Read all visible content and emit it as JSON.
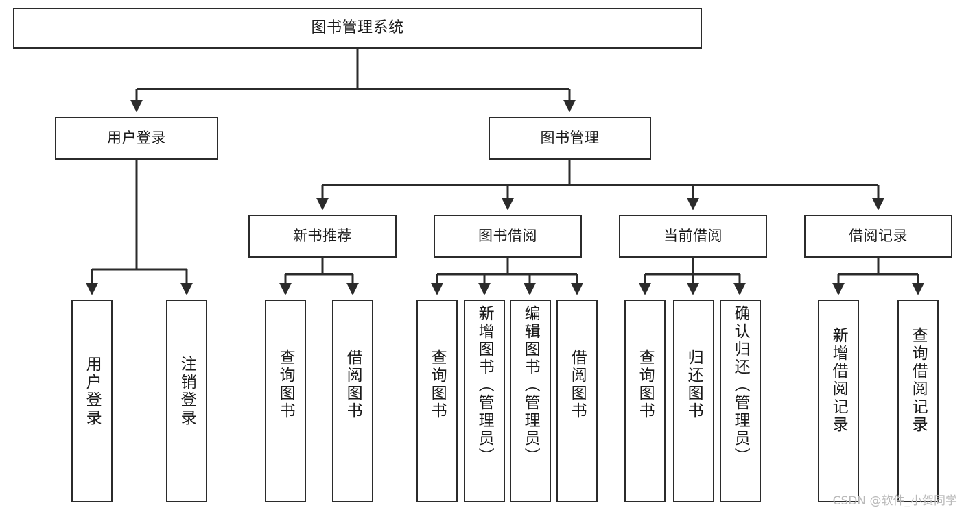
{
  "diagram": {
    "type": "tree",
    "title": "图书管理系统",
    "orientation": "top-down",
    "watermark": "CSDN @软件_小贺同学",
    "colors": {
      "box_border": "#2b2b2b",
      "box_fill": "#ffffff",
      "connector": "#2b2b2b",
      "text": "#1a1a1a",
      "watermark": "#b9b9b9"
    },
    "nodes": {
      "root": {
        "label": "图书管理系统",
        "level": 0
      },
      "user_login": {
        "label": "用户登录",
        "level": 1
      },
      "book_manage": {
        "label": "图书管理",
        "level": 1
      },
      "new_book_rec": {
        "label": "新书推荐",
        "level": 2
      },
      "book_borrow": {
        "label": "图书借阅",
        "level": 2
      },
      "current_borrow": {
        "label": "当前借阅",
        "level": 2
      },
      "borrow_record": {
        "label": "借阅记录",
        "level": 2
      },
      "leaf_user_login": {
        "label": "用户登录",
        "level": 3
      },
      "leaf_logout": {
        "label": "注销登录",
        "level": 3
      },
      "leaf_query_book_1": {
        "label": "查询图书",
        "level": 3
      },
      "leaf_borrow_book_1": {
        "label": "借阅图书",
        "level": 3
      },
      "leaf_query_book_2": {
        "label": "查询图书",
        "level": 3
      },
      "leaf_add_book": {
        "label": "新增图书（管理员）",
        "level": 3
      },
      "leaf_edit_book": {
        "label": "编辑图书（管理员）",
        "level": 3
      },
      "leaf_borrow_book_2": {
        "label": "借阅图书",
        "level": 3
      },
      "leaf_query_book_3": {
        "label": "查询图书",
        "level": 3
      },
      "leaf_return_book": {
        "label": "归还图书",
        "level": 3
      },
      "leaf_confirm_return": {
        "label": "确认归还（管理员）",
        "level": 3
      },
      "leaf_add_record": {
        "label": "新增借阅记录",
        "level": 3
      },
      "leaf_query_record": {
        "label": "查询借阅记录",
        "level": 3
      }
    },
    "edges": [
      {
        "from": "root",
        "to": "user_login"
      },
      {
        "from": "root",
        "to": "book_manage"
      },
      {
        "from": "user_login",
        "to": "leaf_user_login"
      },
      {
        "from": "user_login",
        "to": "leaf_logout"
      },
      {
        "from": "book_manage",
        "to": "new_book_rec"
      },
      {
        "from": "book_manage",
        "to": "book_borrow"
      },
      {
        "from": "book_manage",
        "to": "current_borrow"
      },
      {
        "from": "book_manage",
        "to": "borrow_record"
      },
      {
        "from": "new_book_rec",
        "to": "leaf_query_book_1"
      },
      {
        "from": "new_book_rec",
        "to": "leaf_borrow_book_1"
      },
      {
        "from": "book_borrow",
        "to": "leaf_query_book_2"
      },
      {
        "from": "book_borrow",
        "to": "leaf_add_book"
      },
      {
        "from": "book_borrow",
        "to": "leaf_edit_book"
      },
      {
        "from": "book_borrow",
        "to": "leaf_borrow_book_2"
      },
      {
        "from": "current_borrow",
        "to": "leaf_query_book_3"
      },
      {
        "from": "current_borrow",
        "to": "leaf_return_book"
      },
      {
        "from": "current_borrow",
        "to": "leaf_confirm_return"
      },
      {
        "from": "borrow_record",
        "to": "leaf_add_record"
      },
      {
        "from": "borrow_record",
        "to": "leaf_query_record"
      }
    ]
  }
}
